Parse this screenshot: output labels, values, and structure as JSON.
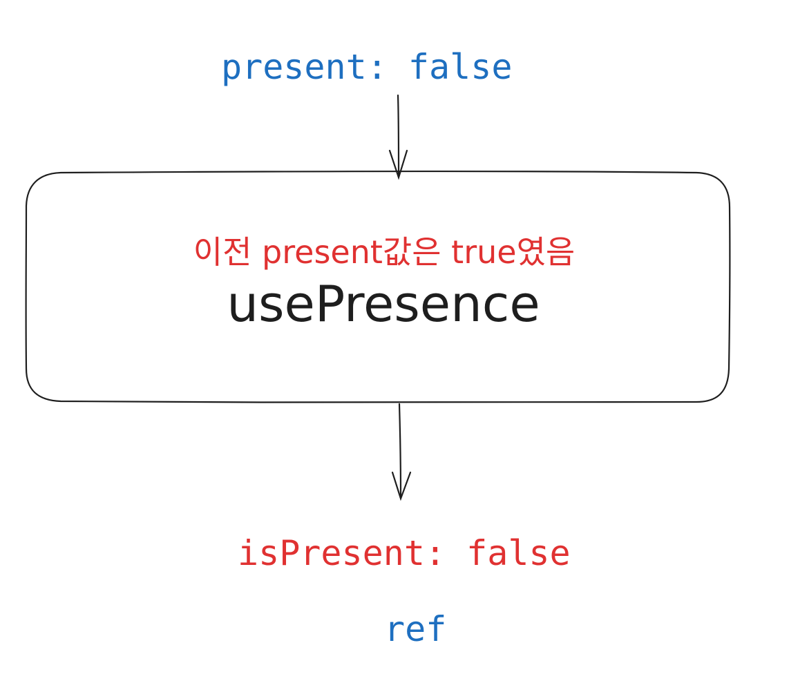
{
  "diagram": {
    "input": {
      "text": "present: false",
      "color": "#1e6fc0"
    },
    "node": {
      "note": "이전 present값은 true였음",
      "note_color": "#e03131",
      "title": "usePresence",
      "title_color": "#1e1e1e",
      "border_color": "#1e1e1e"
    },
    "outputs": {
      "is_present": {
        "text": "isPresent: false",
        "color": "#e03131"
      },
      "ref": {
        "text": "ref",
        "color": "#1e6fc0"
      }
    },
    "edges": [
      {
        "from": "present: false",
        "to": "usePresence"
      },
      {
        "from": "usePresence",
        "to": "isPresent: false"
      }
    ]
  }
}
